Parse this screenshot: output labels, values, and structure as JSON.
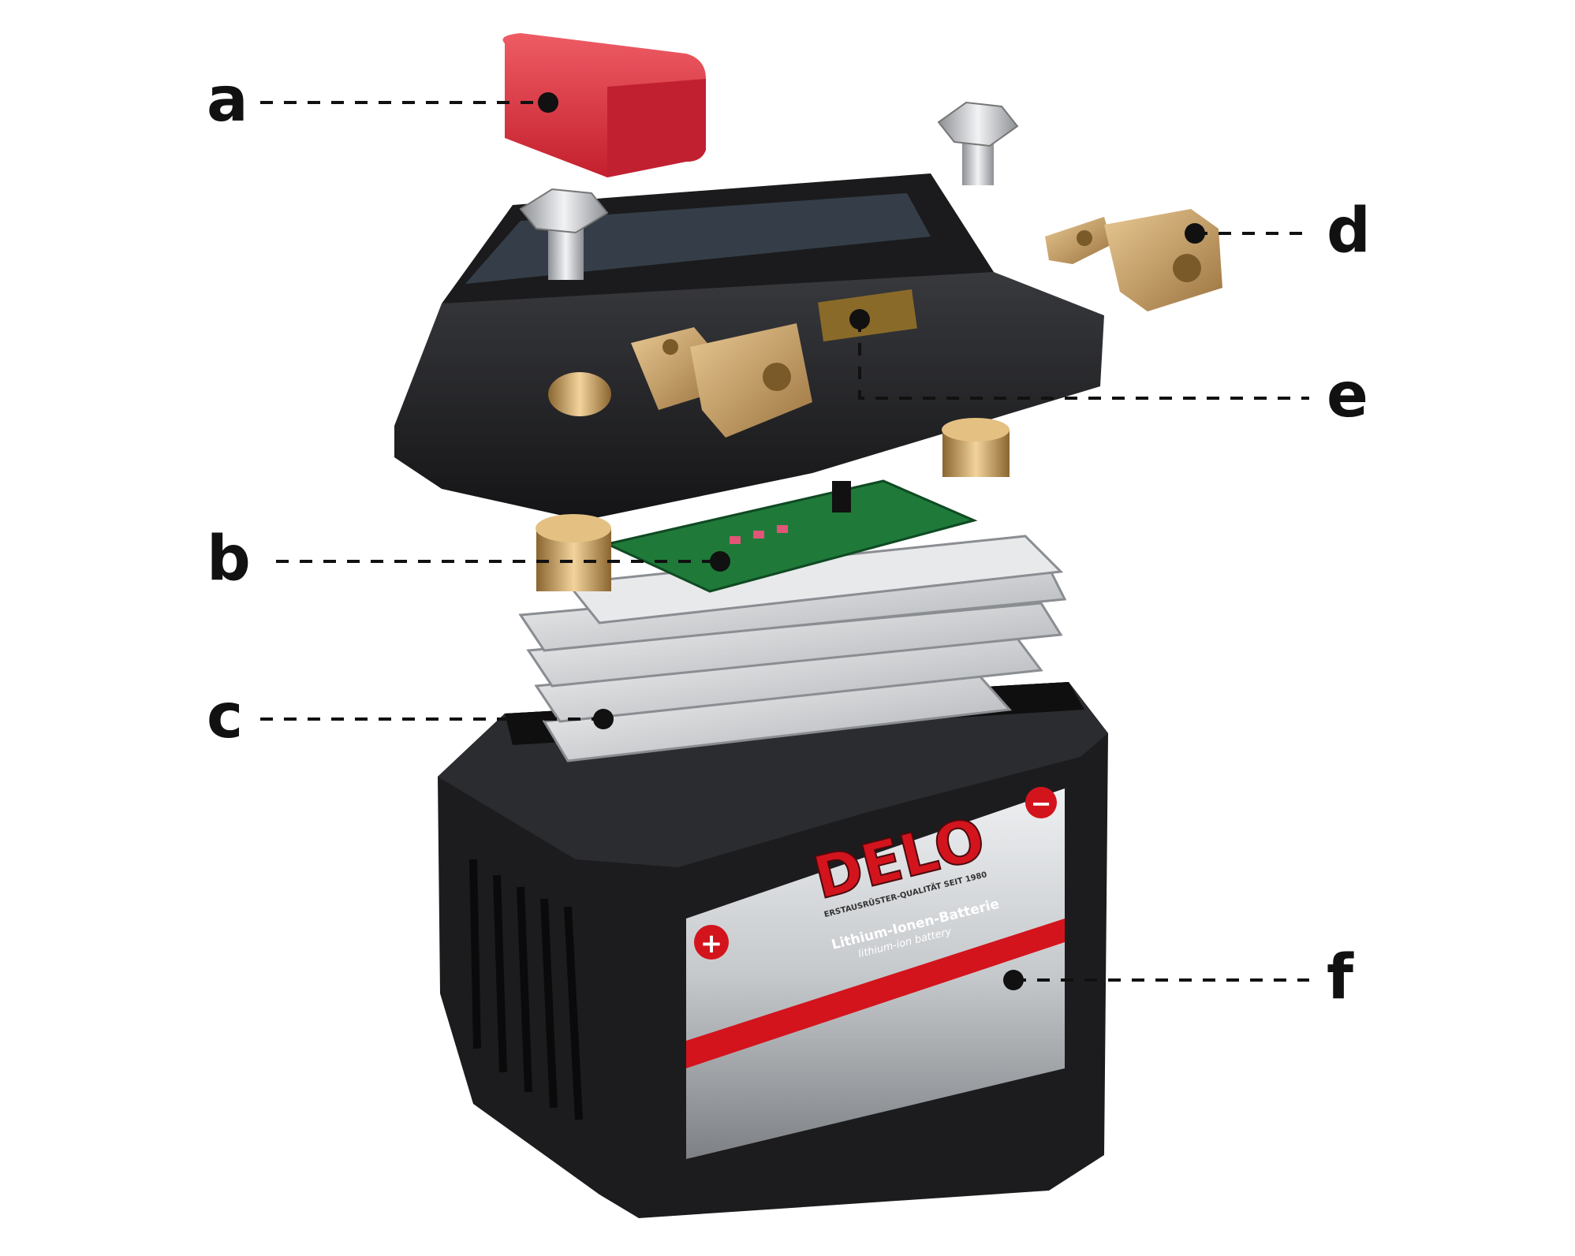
{
  "callouts": [
    {
      "id": "a",
      "letter": "a"
    },
    {
      "id": "b",
      "letter": "b"
    },
    {
      "id": "c",
      "letter": "c"
    },
    {
      "id": "d",
      "letter": "d"
    },
    {
      "id": "e",
      "letter": "e"
    },
    {
      "id": "f",
      "letter": "f"
    }
  ],
  "battery_label": {
    "brand": "DELO",
    "tagline": "ERSTAUSRÜSTER-QUALITÄT SEIT 1980",
    "product_de": "Lithium-Ionen-Batterie",
    "product_en": "lithium-ion battery",
    "plus_symbol": "+",
    "minus_symbol": "−"
  },
  "colors": {
    "cap_red": "#d8323e",
    "brand_red": "#d3141d",
    "case_black": "#1c1c1e",
    "brass": "#c9a66b",
    "pcb_green": "#1f7a3a",
    "cell_silver": "#cfd1d4",
    "callout_black": "#111111"
  },
  "icons": [
    "bolt-icon",
    "terminal-block-icon",
    "plus-icon",
    "minus-icon"
  ]
}
